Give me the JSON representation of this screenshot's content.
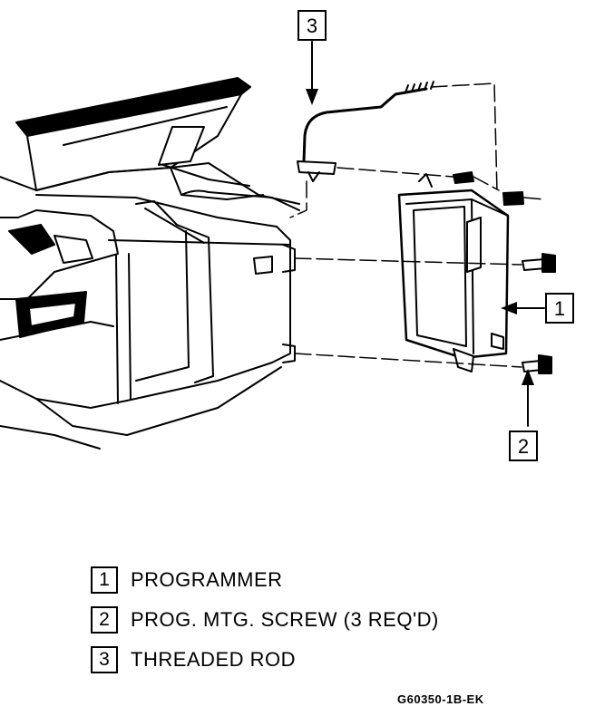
{
  "callouts": [
    {
      "number": "1"
    },
    {
      "number": "2"
    },
    {
      "number": "3"
    }
  ],
  "legend": [
    {
      "number": "1",
      "label": "PROGRAMMER"
    },
    {
      "number": "2",
      "label": "PROG. MTG. SCREW (3 REQ'D)"
    },
    {
      "number": "3",
      "label": "THREADED ROD"
    }
  ],
  "figure_code": "G60350-1B-EK"
}
